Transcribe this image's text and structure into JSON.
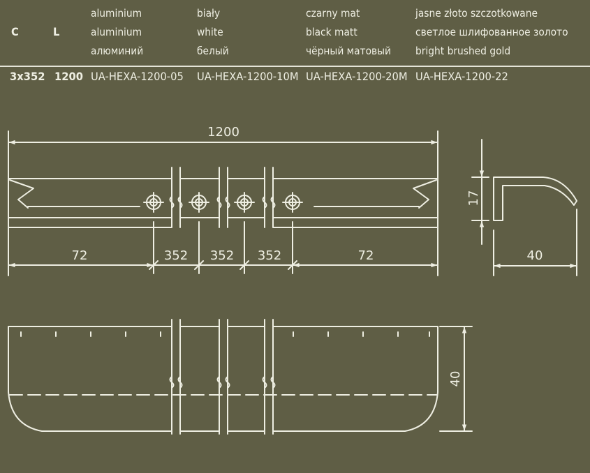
{
  "header": {
    "col_c": "C",
    "col_l": "L",
    "finishes": [
      {
        "pl": "aluminium",
        "en": "aluminium",
        "ru": "алюминий"
      },
      {
        "pl": "biały",
        "en": "white",
        "ru": "белый"
      },
      {
        "pl": "czarny mat",
        "en": "black matt",
        "ru": "чёрный матовый"
      },
      {
        "pl": "jasne złoto szczotkowane",
        "en": "светлое шлифованное золото",
        "ru": "bright brushed gold"
      }
    ]
  },
  "row": {
    "c": "3x352",
    "l": "1200",
    "codes": [
      "UA-HEXA-1200-05",
      "UA-HEXA-1200-10M",
      "UA-HEXA-1200-20M",
      "UA-HEXA-1200-22"
    ]
  },
  "dimensions": {
    "overall_length": "1200",
    "left_offset": "72",
    "spacing_1": "352",
    "spacing_2": "352",
    "spacing_3": "352",
    "right_offset": "72",
    "profile_height": "17",
    "profile_depth": "40",
    "top_view_depth": "40"
  },
  "colors": {
    "background": "#5f5e45",
    "line": "#eeeee2"
  }
}
